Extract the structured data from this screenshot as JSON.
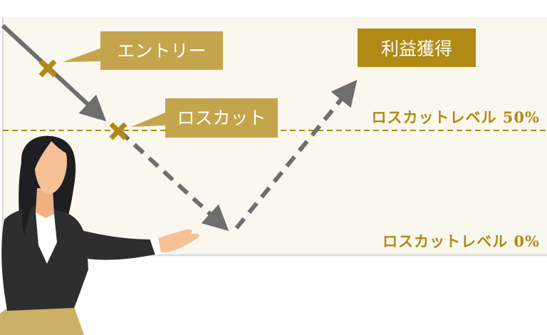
{
  "labels": {
    "entry": "エントリー",
    "stop_loss": "ロスカット",
    "take_profit": "利益獲得"
  },
  "levels": {
    "stop_level_50": "ロスカットレベル 50%",
    "stop_level_0": "ロスカットレベル 0%"
  },
  "colors": {
    "panel_bg": "#faf7ef",
    "gold": "#c4a44c",
    "dark_gold": "#b08a14",
    "arrow_gray": "#6e6e6e",
    "cross": "#b08a14"
  }
}
